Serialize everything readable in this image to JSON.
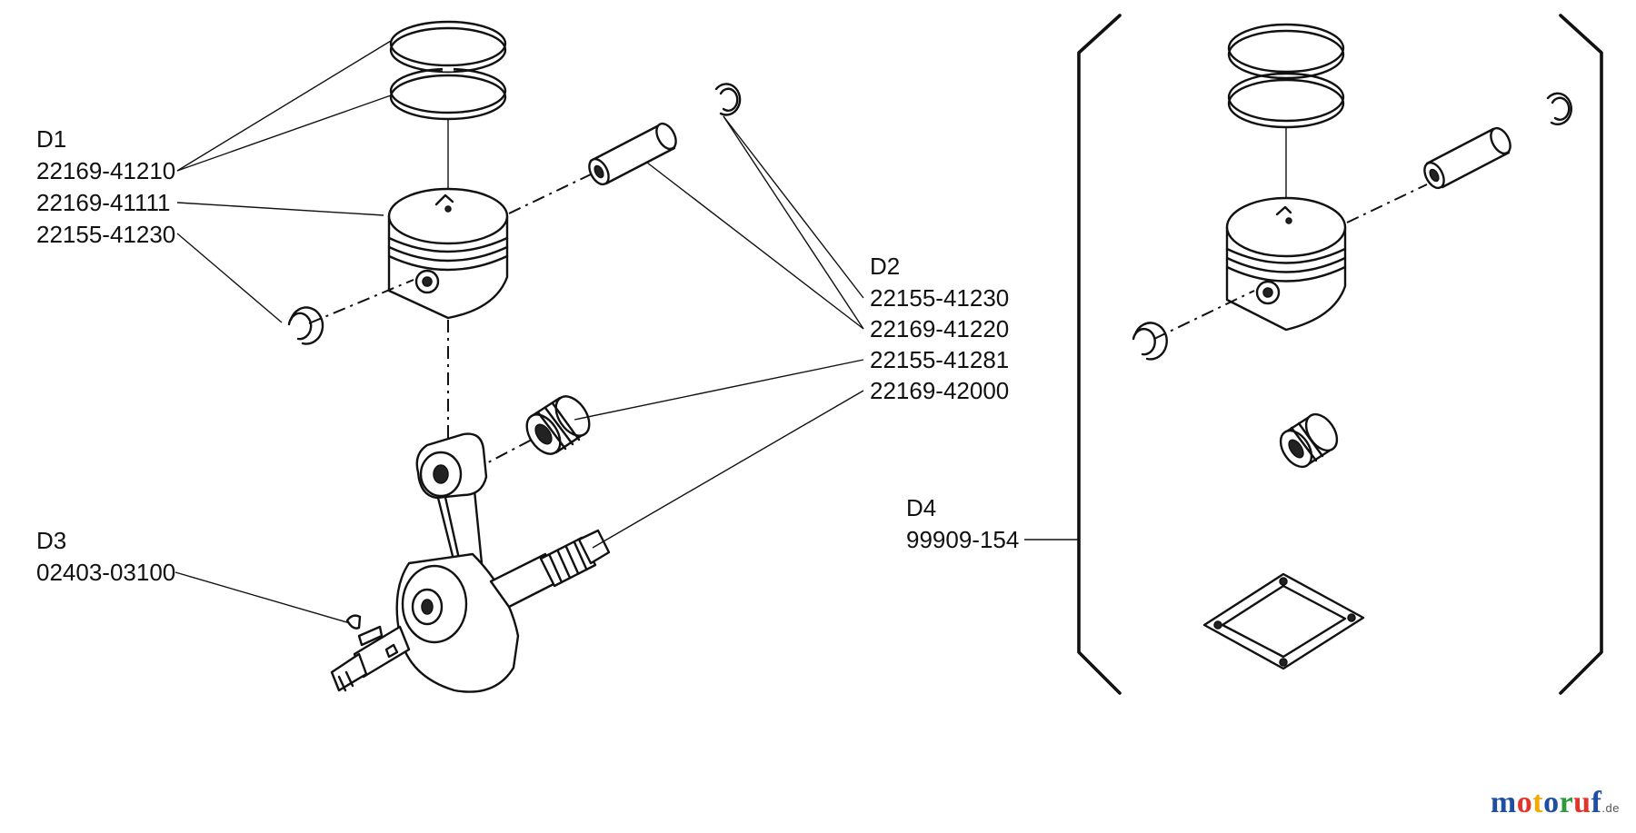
{
  "groups": {
    "d1": {
      "label": "D1",
      "parts": [
        "22169-41210",
        "22169-41111",
        "22155-41230"
      ]
    },
    "d2": {
      "label": "D2",
      "parts": [
        "22155-41230",
        "22169-41220",
        "22155-41281",
        "22169-42000"
      ]
    },
    "d3": {
      "label": "D3",
      "parts": [
        "02403-03100"
      ]
    },
    "d4": {
      "label": "D4",
      "parts": [
        "99909-154"
      ]
    }
  },
  "watermark": {
    "letters": [
      "m",
      "o",
      "t",
      "o",
      "r",
      "u",
      "f"
    ],
    "suffix": ".de",
    "colors": [
      "#1f4fa0",
      "#e0352b",
      "#f2a900",
      "#1f4fa0",
      "#2e9a3c",
      "#e0352b",
      "#1f4fa0"
    ]
  }
}
